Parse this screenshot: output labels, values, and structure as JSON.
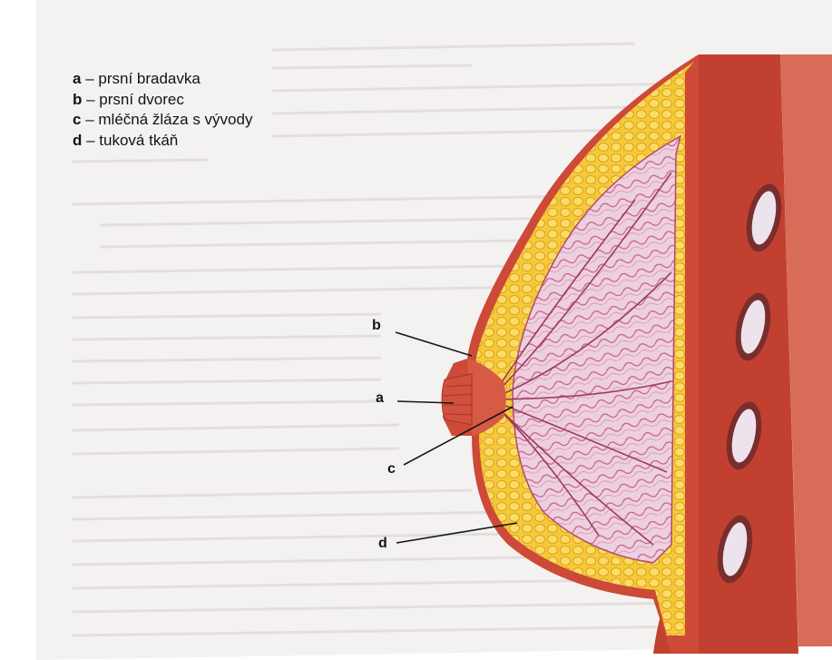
{
  "legend": {
    "items": [
      {
        "key": "a",
        "label": "– prsní bradavka"
      },
      {
        "key": "b",
        "label": "– prsní dvorec"
      },
      {
        "key": "c",
        "label": "– mléčná žláza s vývody"
      },
      {
        "key": "d",
        "label": "– tuková tkáň"
      }
    ]
  },
  "callouts": {
    "a": "a",
    "b": "b",
    "c": "c",
    "d": "d"
  },
  "colors": {
    "fat": "#f4c531",
    "fat_dark": "#d9a21d",
    "skin": "#c0392b",
    "gland": "#e9c6d8",
    "gland_dark": "#b34a6b",
    "muscle": "#c0392b",
    "rib": "#e8dfe8",
    "page": "#f2f0ee",
    "text_ghost": "#c9c4c4"
  }
}
